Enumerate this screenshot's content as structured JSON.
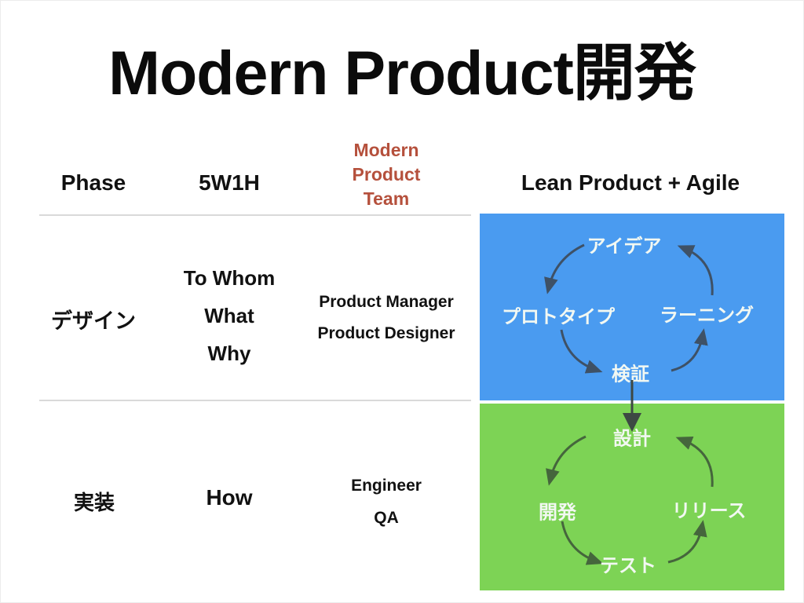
{
  "title": "Modern Product開発",
  "table": {
    "headers": {
      "phase": "Phase",
      "w5h1": "5W1H",
      "team": [
        "Modern",
        "Product",
        "Team"
      ],
      "lean": "Lean Product + Agile"
    },
    "rows": [
      {
        "phase": "デザイン",
        "w5h1": [
          "To Whom",
          "What",
          "Why"
        ],
        "team": [
          "Product Manager",
          "Product Designer"
        ]
      },
      {
        "phase": "実装",
        "w5h1": [
          "How"
        ],
        "team": [
          "Engineer",
          "QA"
        ]
      }
    ]
  },
  "cycles": {
    "lean": {
      "top": "アイデア",
      "left": "プロトタイプ",
      "bottom": "検証",
      "right": "ラーニング"
    },
    "agile": {
      "top": "設計",
      "left": "開発",
      "bottom": "テスト",
      "right": "リリース"
    }
  },
  "colors": {
    "lean_bg": "#4a9bf0",
    "agile_bg": "#7dd355",
    "team_header_text": "#b5503c",
    "divider": "#d9d9d9",
    "arrow_on_blue": "#3e5166",
    "arrow_on_green": "#45663c",
    "connector_arrow": "#3d4843",
    "cycle_label_text": "#f2f8f2"
  }
}
